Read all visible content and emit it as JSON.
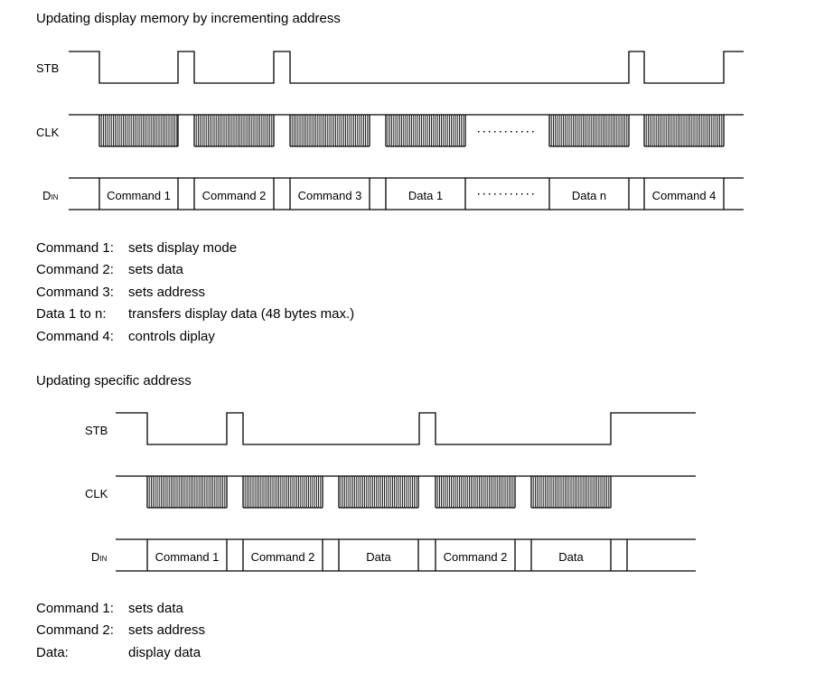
{
  "section1": {
    "title": "Updating display memory by incrementing address",
    "signals": {
      "stb": "STB",
      "clk": "CLK",
      "din_main": "D",
      "din_sub": "IN"
    },
    "din_labels": [
      "Command 1",
      "Command 2",
      "Command 3",
      "Data 1",
      "Data n",
      "Command 4"
    ],
    "ellipsis": "...........",
    "legend": [
      {
        "term": "Command 1:",
        "desc": "sets display mode"
      },
      {
        "term": "Command 2:",
        "desc": "sets data"
      },
      {
        "term": "Command 3:",
        "desc": "sets address"
      },
      {
        "term": "Data 1 to n:",
        "desc": "transfers display data (48 bytes max.)"
      },
      {
        "term": "Command 4:",
        "desc": "controls diplay"
      }
    ]
  },
  "section2": {
    "title": "Updating specific address",
    "signals": {
      "stb": "STB",
      "clk": "CLK",
      "din_main": "D",
      "din_sub": "IN"
    },
    "din_labels": [
      "Command 1",
      "Command 2",
      "Data",
      "Command 2",
      "Data"
    ],
    "legend": [
      {
        "term": "Command 1:",
        "desc": "sets data"
      },
      {
        "term": "Command 2:",
        "desc": "sets address"
      },
      {
        "term": "Data:",
        "desc": "display data"
      }
    ]
  }
}
